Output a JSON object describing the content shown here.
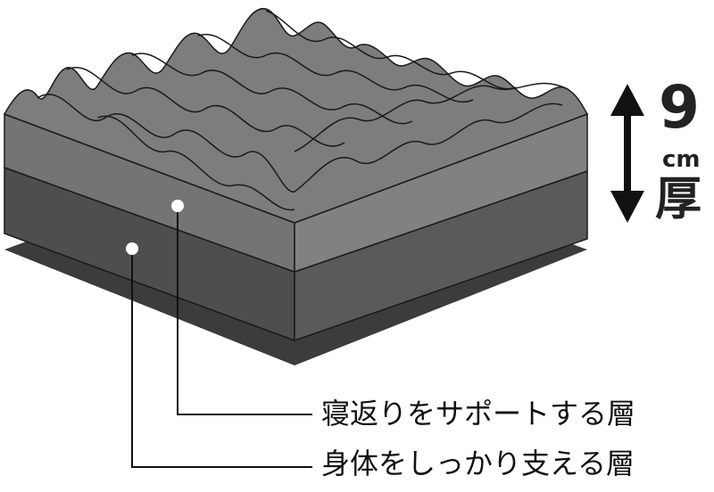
{
  "thickness": {
    "value": "9",
    "unit": "cm",
    "suffix": "厚"
  },
  "layers": [
    {
      "label": "寝返りをサポートする層"
    },
    {
      "label": "身体をしっかり支える層"
    }
  ],
  "colors": {
    "wave_layer": "#7d7d7d",
    "base_layer_side": "#5a5a5a",
    "base_layer_front": "#4e4e4e",
    "sheet": "#3c3c3c",
    "outline": "#1a1a1a",
    "marker": "#ffffff"
  },
  "icons": [
    "double-arrow-icon"
  ]
}
